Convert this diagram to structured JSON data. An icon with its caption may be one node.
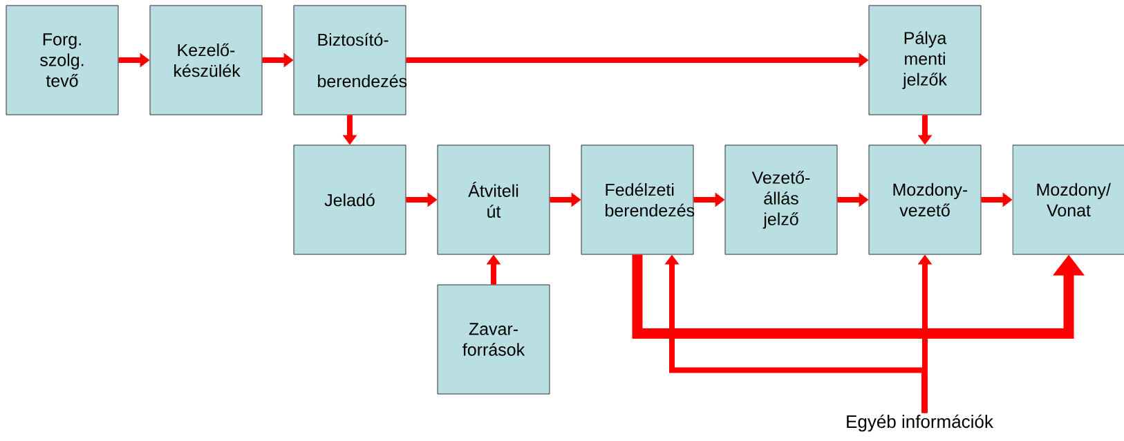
{
  "diagram": {
    "nodes": [
      {
        "text": [
          "Forg. szolg. tevő"
        ]
      },
      {
        "text": [
          "Kezelő- készülék"
        ]
      },
      {
        "text": [
          "Biztosító- berendezés"
        ]
      },
      {
        "text": [
          "Pálya menti jelzők"
        ]
      },
      {
        "text": [
          "Jeladó"
        ]
      },
      {
        "text": [
          "Átviteli út"
        ]
      },
      {
        "text": [
          "Fedélzeti berendezés"
        ]
      },
      {
        "text": [
          "Vezető- állás jelző"
        ]
      },
      {
        "text": [
          "Mozdony- vezető"
        ]
      },
      {
        "text": [
          "Mozdony/ Vonat"
        ]
      },
      {
        "text": [
          "Zavar- források"
        ]
      },
      {
        "text": [
          "Egyéb információk"
        ]
      }
    ],
    "edges": [
      {
        "from": 0,
        "to": 1,
        "arrow": "to"
      },
      {
        "from": 1,
        "to": 2,
        "arrow": "to"
      },
      {
        "from": 2,
        "to": 3,
        "arrow": "to"
      },
      {
        "from": 2,
        "to": 4,
        "arrow": "to"
      },
      {
        "from": 3,
        "to": 8,
        "arrow": "to"
      },
      {
        "from": 4,
        "to": 5,
        "arrow": "to"
      },
      {
        "from": 10,
        "to": 5,
        "arrow": "to"
      },
      {
        "from": 5,
        "to": 6,
        "arrow": "to"
      },
      {
        "from": 6,
        "to": 7,
        "arrow": "to"
      },
      {
        "from": 7,
        "to": 8,
        "arrow": "to"
      },
      {
        "from": 8,
        "to": 9,
        "arrow": "to"
      },
      {
        "from": 6,
        "to": 9,
        "arrow": "to",
        "style": "thick"
      },
      {
        "from": 11,
        "to": 8,
        "arrow": "to"
      },
      {
        "from": 11,
        "to": 6,
        "arrow": "to"
      }
    ]
  }
}
